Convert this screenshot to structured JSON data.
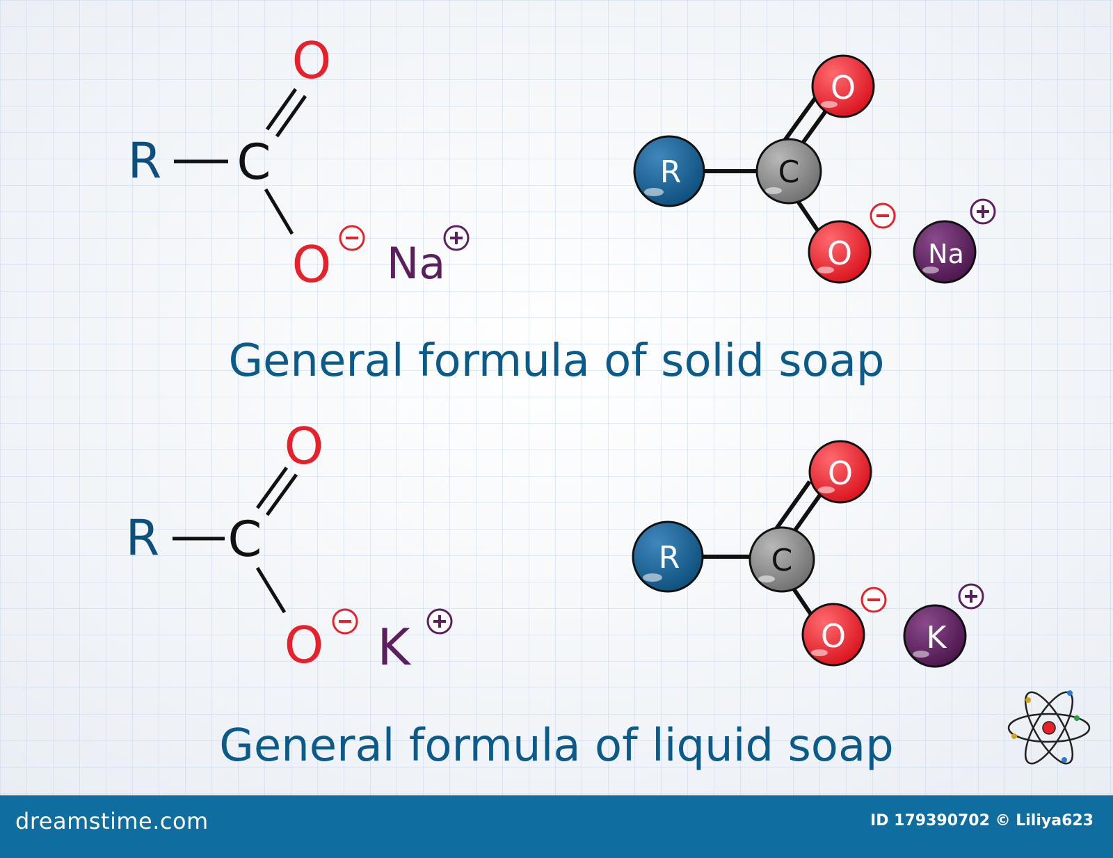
{
  "captions": {
    "solid": "General formula of solid soap",
    "liquid": "General formula of liquid soap"
  },
  "labels": {
    "R": "R",
    "C": "C",
    "O": "O",
    "Na": "Na",
    "K": "K",
    "minus": "−",
    "plus": "+"
  },
  "footer": {
    "brand": "dreamstime.com",
    "credit": "ID 179390702 © Liliya623"
  },
  "colors": {
    "R": "#0d4f7c",
    "C": "#808080",
    "O": "#e8202a",
    "cation": "#5c1f5e",
    "caption": "#0a5a8a",
    "footer": "#0f6d9f"
  }
}
